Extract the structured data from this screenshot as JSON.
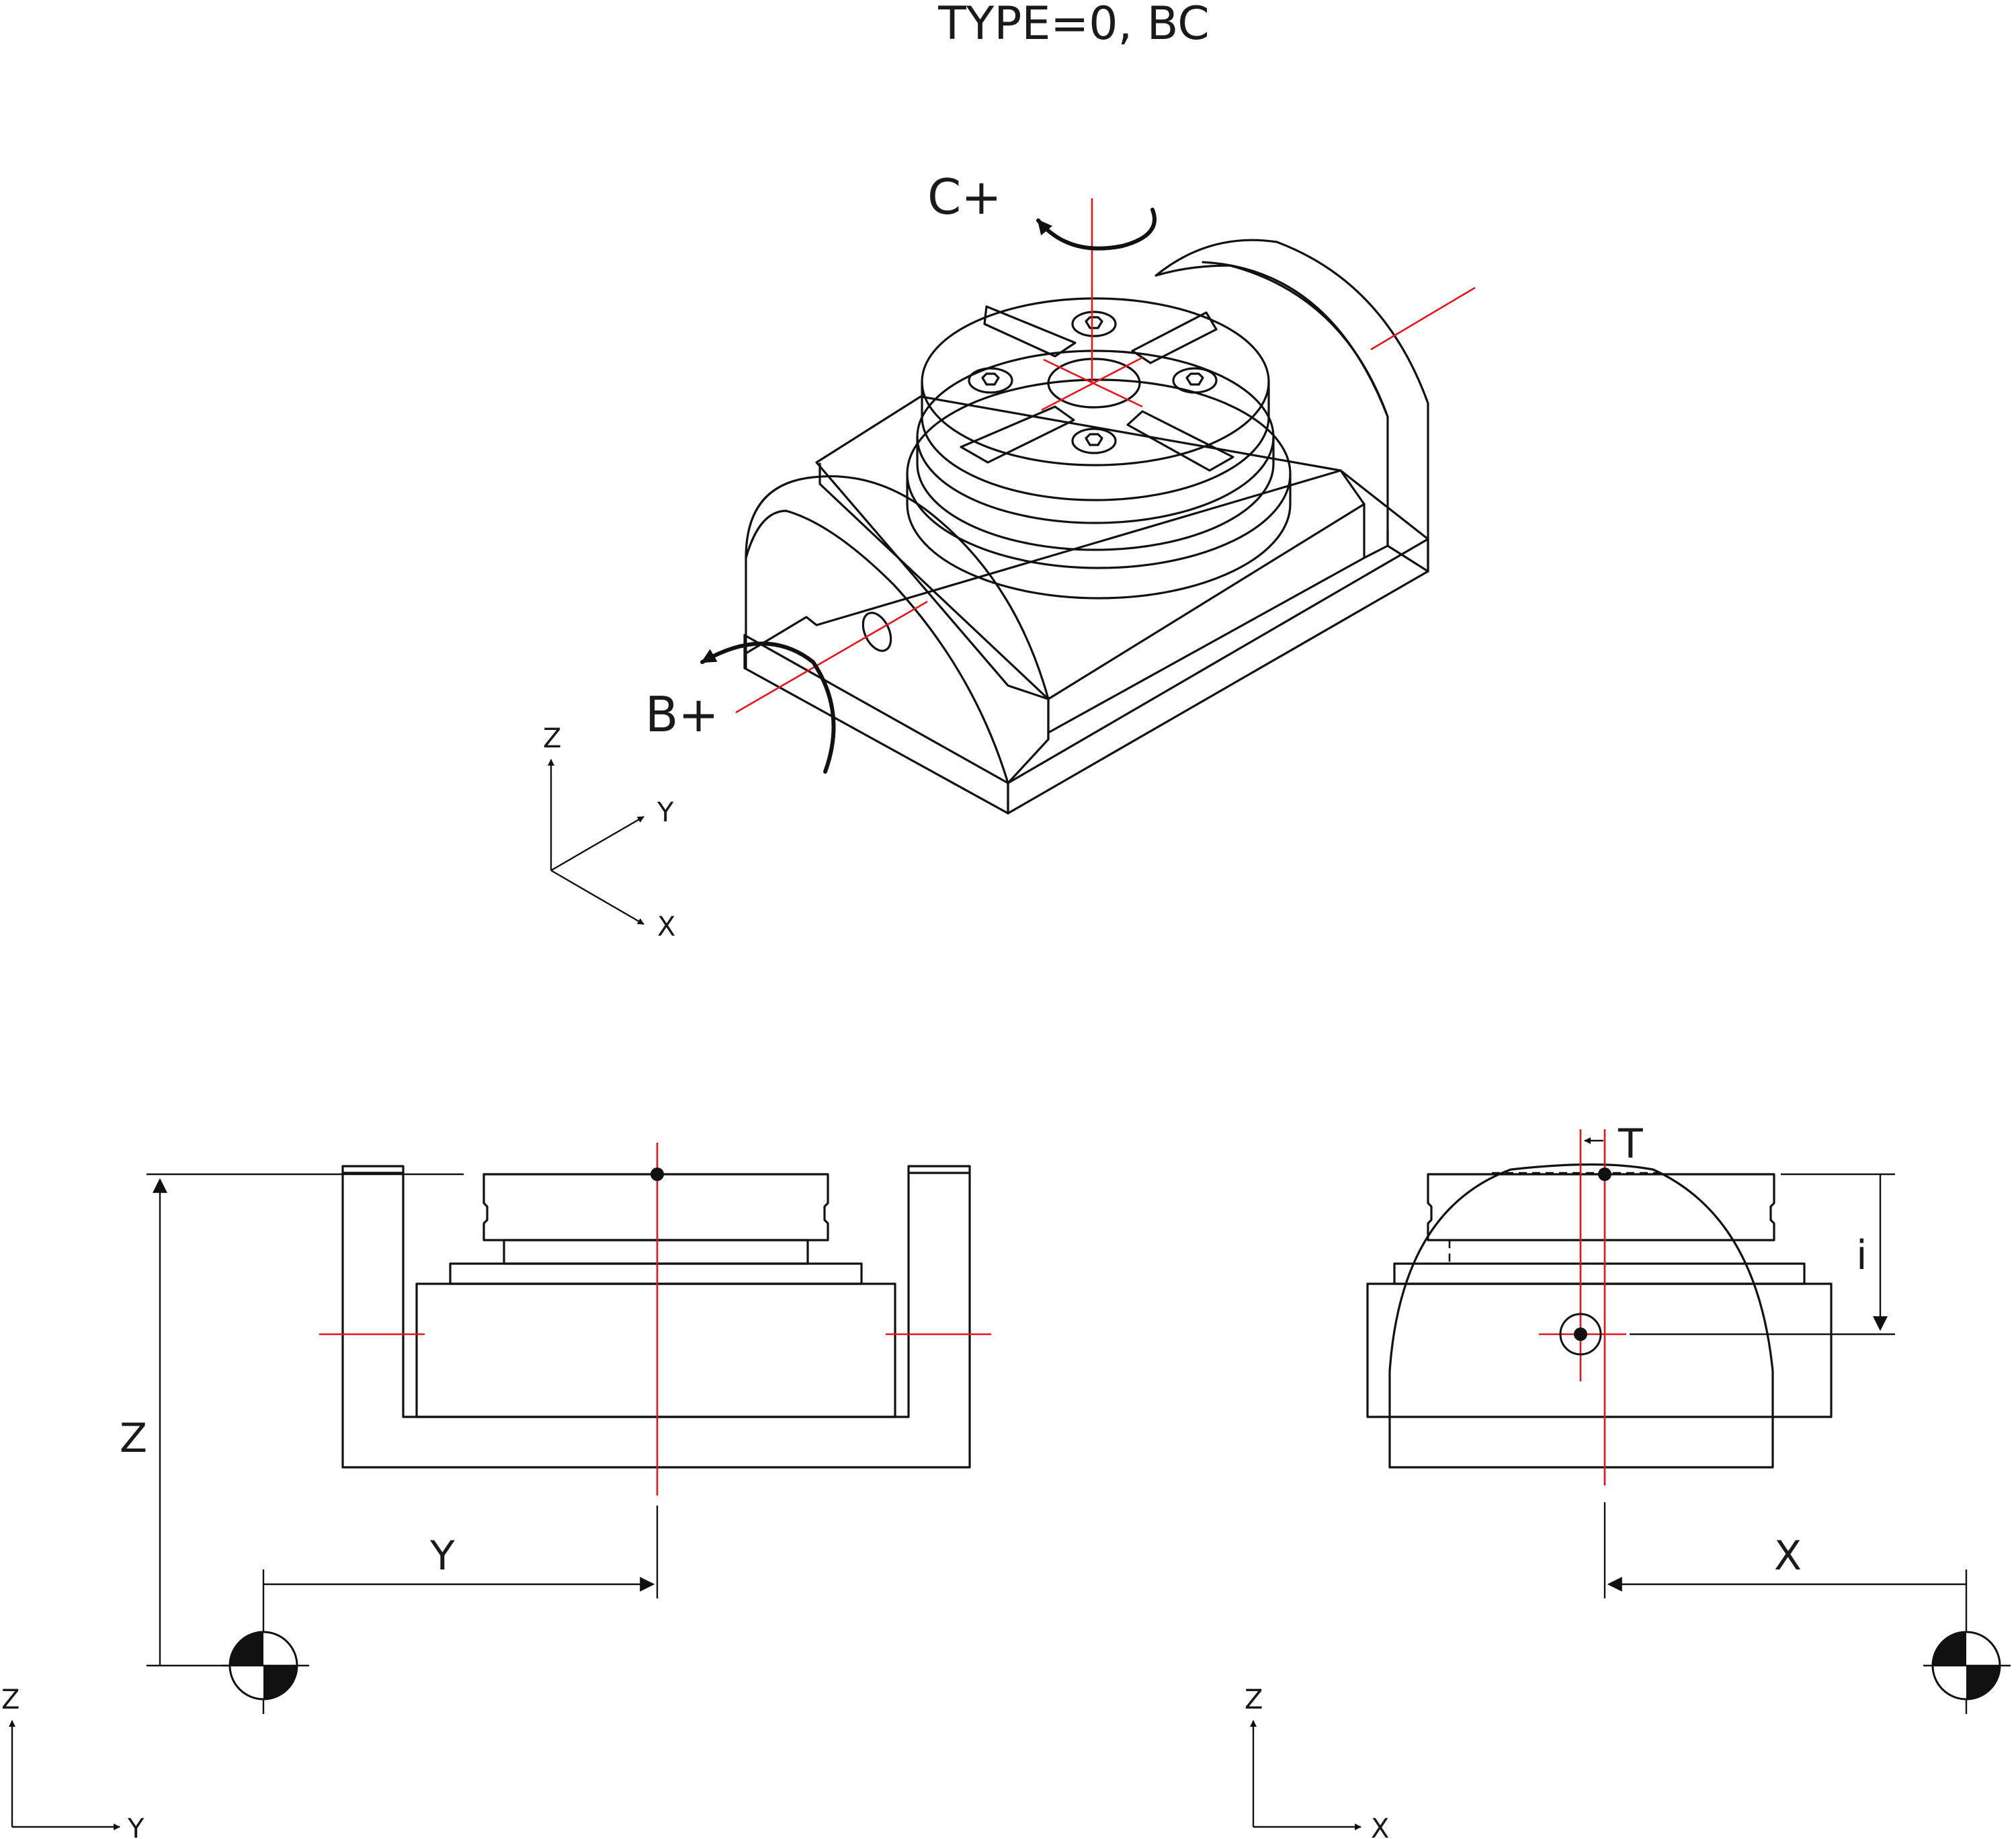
{
  "title": "TYPE=0, BC",
  "colors": {
    "line": "#111111",
    "axis_red": "#e8141b",
    "background": "#ffffff"
  },
  "iso_view": {
    "rotation_c_label": "C+",
    "rotation_b_label": "B+",
    "axes": {
      "z": "Z",
      "y": "Y",
      "x": "X"
    }
  },
  "front_view": {
    "dim_z_label": "Z",
    "dim_y_label": "Y",
    "axes": {
      "z": "Z",
      "y": "Y"
    },
    "origin_icon": "machine-origin-symbol"
  },
  "side_view": {
    "dim_t_label": "T",
    "dim_i_label": "i",
    "dim_x_label": "X",
    "axes": {
      "z": "Z",
      "x": "X"
    },
    "origin_icon": "machine-origin-symbol"
  }
}
